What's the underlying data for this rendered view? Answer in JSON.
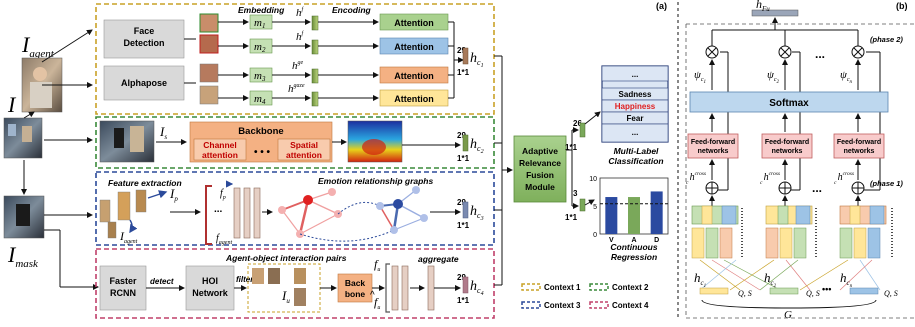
{
  "panel_a": {
    "label": "(a)",
    "inputs": {
      "agent": "I",
      "agent_sub": "agent",
      "scene": "I",
      "mask": "I",
      "mask_sub": "mask"
    },
    "context1": {
      "embedding": "Embedding",
      "encoding": "Encoding",
      "face_detection": [
        "Face",
        "Detection"
      ],
      "alphapose": "Alphapose",
      "m": [
        "m",
        "m",
        "m",
        "m"
      ],
      "m_sub": [
        "1",
        "2",
        "3",
        "4"
      ],
      "h": [
        "h",
        "h",
        "h",
        "h"
      ],
      "h_sup": [
        "f",
        "f",
        "ge",
        "gaze"
      ],
      "h_sub": [
        "1",
        "1",
        "1",
        "1"
      ],
      "attention": [
        "Attention",
        "Attention",
        "Attention",
        "Attention"
      ],
      "out_dims": [
        "29",
        "1*1"
      ],
      "out": "h",
      "out_sub": "c",
      "out_subsub": "1"
    },
    "context2": {
      "input": "I",
      "input_sub": "s",
      "backbone": "Backbone",
      "channel": [
        "Channel",
        "attention"
      ],
      "spatial": [
        "Spatial",
        "attention"
      ],
      "dots": "• • •",
      "out_dims": [
        "29",
        "1*1"
      ],
      "out": "h",
      "out_sub": "c",
      "out_subsub": "2"
    },
    "context3": {
      "feature_extraction": "Feature extraction",
      "ip": "I",
      "ip_sub": "p",
      "iagent": "I",
      "iagent_sub": "agent",
      "fp": "f",
      "fp_sub": "p",
      "fagent": "f",
      "fagent_sub": "agent",
      "graphs": "Emotion relationship graphs",
      "out_dims": [
        "29",
        "1*1"
      ],
      "out": "h",
      "out_sub": "c",
      "out_subsub": "3"
    },
    "context4": {
      "pairs": "Agent-object interaction pairs",
      "faster": [
        "Faster",
        "RCNN"
      ],
      "detect": "detect",
      "hoi": [
        "HOI",
        "Network"
      ],
      "filter": "filter",
      "iu": "I",
      "iu_sub": "u",
      "backbone": [
        "Back",
        "bone"
      ],
      "fu": "f",
      "fu_sub": "u",
      "fu_hat": "f",
      "fu_hat_sub": "u",
      "aggregate": "aggregate",
      "out_dims": [
        "29",
        "1*1"
      ],
      "out": "h",
      "out_sub": "c",
      "out_subsub": "4"
    },
    "fusion": [
      "Adaptive",
      "Relevance",
      "Fusion",
      "Module"
    ],
    "mlc": {
      "dims": [
        "26",
        "1*1"
      ],
      "items": [
        "...",
        "Sadness",
        "Happiness",
        "Fear",
        "..."
      ],
      "highlight": "#e02020",
      "title": [
        "Multi-Label",
        "Classification"
      ]
    },
    "regression": {
      "dims": [
        "3",
        "1*1"
      ],
      "title": [
        "Continuous",
        "Regression"
      ]
    },
    "chart_data": {
      "type": "bar",
      "categories": [
        "V",
        "A",
        "D"
      ],
      "values": [
        6.6,
        6.6,
        7.6
      ],
      "ylim": [
        0,
        10
      ],
      "yticks": [
        "0",
        "5",
        "10"
      ],
      "reference_line": 5.4
    },
    "legend": [
      {
        "label": "Context 1",
        "color": "#c9a227"
      },
      {
        "label": "Context 2",
        "color": "#3a8a3a"
      },
      {
        "label": "Context 3",
        "color": "#2b4a9a"
      },
      {
        "label": "Context 4",
        "color": "#c0406a"
      }
    ]
  },
  "panel_b": {
    "label": "(b)",
    "top": "h",
    "top_sub": "Fu",
    "phase2": "(phase 2)",
    "phase1": "(phase 1)",
    "softmax": "Softmax",
    "psi": "ψ",
    "psi_subs": [
      "c",
      "c",
      "c"
    ],
    "psi_subsubs": [
      "1",
      "2",
      "n"
    ],
    "ff": [
      "Feed-forward",
      "networks"
    ],
    "cross": [
      "h",
      "h",
      "h"
    ],
    "cross_sup": "cross",
    "cross_subs": [
      "c",
      "c",
      "c"
    ],
    "cross_subsubs": [
      "1",
      "2",
      "n"
    ],
    "hc": [
      "h",
      "h",
      "h"
    ],
    "hc_subs": [
      "c",
      "c",
      "c"
    ],
    "hc_subsubs": [
      "1",
      "2",
      "n"
    ],
    "qs": [
      "Q",
      "S"
    ],
    "dots": "•••",
    "g": "G"
  }
}
